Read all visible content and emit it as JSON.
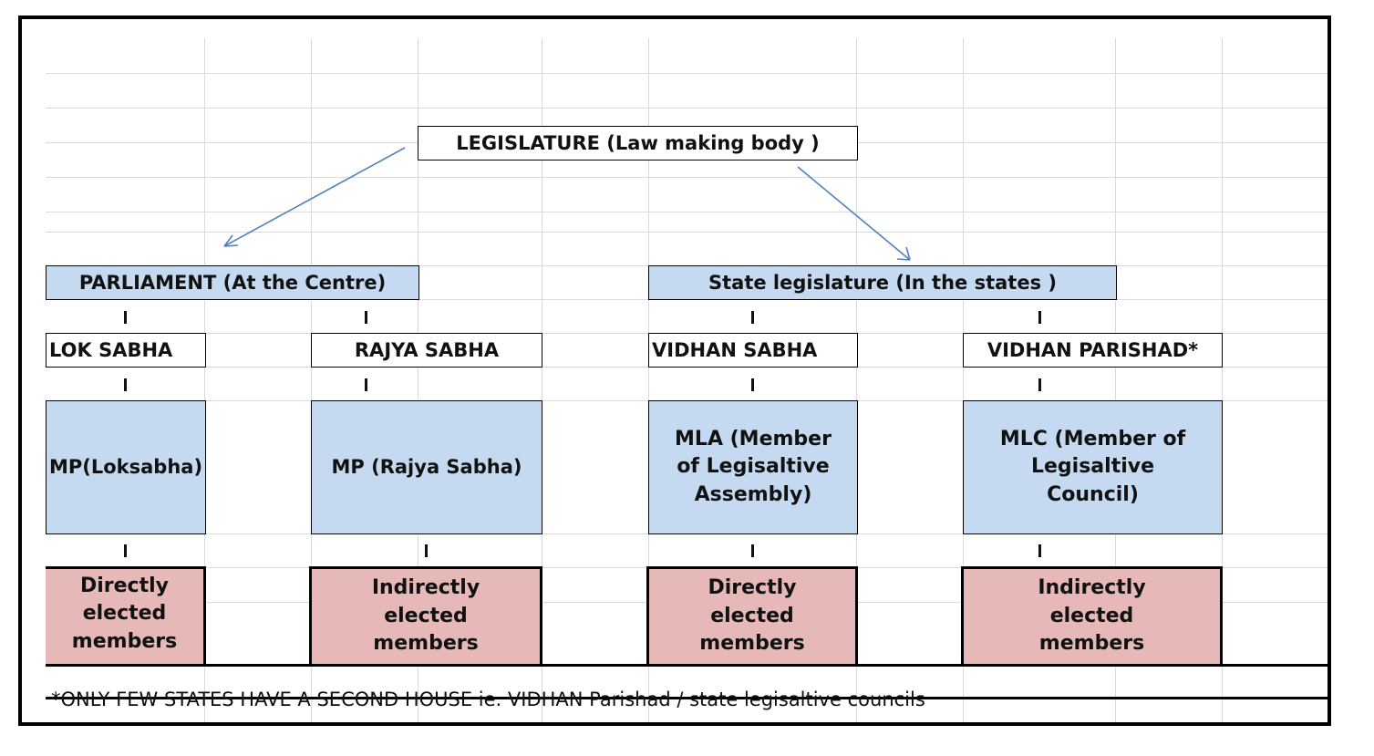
{
  "root": {
    "label": "LEGISLATURE (Law making body )"
  },
  "branches": [
    {
      "label": "PARLIAMENT (At the Centre)",
      "houses": [
        {
          "name": "LOK SABHA",
          "member": "MP(Loksabha)",
          "election": "Directly elected members"
        },
        {
          "name": "RAJYA SABHA",
          "member": "MP (Rajya Sabha)",
          "election": "Indirectly elected members"
        }
      ]
    },
    {
      "label": "State legislature  (In the states )",
      "houses": [
        {
          "name": "VIDHAN SABHA",
          "member": "MLA (Member of Legisaltive Assembly)",
          "election": "Directly elected members"
        },
        {
          "name": "VIDHAN PARISHAD*",
          "member": "MLC (Member of Legisaltive Council)",
          "election": "Indirectly elected members"
        }
      ]
    }
  ],
  "connector_glyph": "I",
  "footnote": "*ONLY FEW STATES  HAVE A SECOND HOUSE ie. VIDHAN Parishad / state legisaltive councils",
  "colors": {
    "node_blue": "#c5d9f1",
    "node_pink": "#e6b8b7",
    "arrow": "#4f81bd",
    "grid": "#dadada"
  }
}
